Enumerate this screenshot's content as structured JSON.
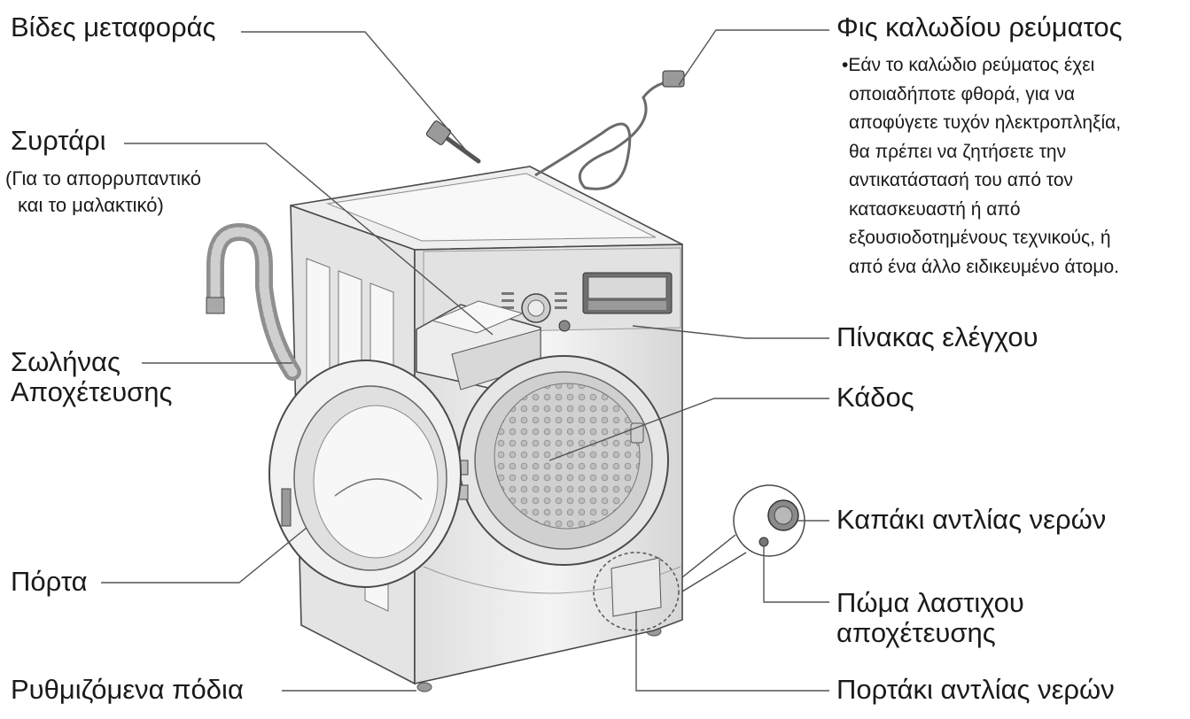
{
  "labels": {
    "transport_bolts": "Βίδες μεταφοράς",
    "power_plug": "Φις καλωδίου ρεύματος",
    "power_note": [
      "Εάν το καλώδιο ρεύματος έχει",
      "οποιαδήποτε φθορά, για να",
      "αποφύγετε τυχόν ηλεκτροπληξία,",
      "θα πρέπει να ζητήσετε την",
      "αντικατάστασή του από τον",
      "κατασκευαστή ή από",
      "εξουσιοδοτημένους τεχνικούς, ή",
      "από ένα άλλο ειδικευμένο άτομο."
    ],
    "drawer": "Συρτάρι",
    "drawer_sub_1": "(Για το απορρυπαντικό",
    "drawer_sub_2": "και το μαλακτικό)",
    "drain_hose_1": "Σωλήνας",
    "drain_hose_2": "Αποχέτευσης",
    "control_panel": "Πίνακας ελέγχου",
    "drum": "Κάδος",
    "pump_cap": "Καπάκι αντλίας νερών",
    "drain_plug_1": "Πώμα λαστιχου",
    "drain_plug_2": "αποχέτευσης",
    "door": "Πόρτα",
    "adjustable_feet": "Ρυθμιζόμενα πόδια",
    "pump_door": "Πορτάκι αντλίας νερών"
  },
  "colors": {
    "text": "#1a1a1a",
    "leader": "#555555",
    "outline": "#4a4a4a",
    "body": "#e9e9e9",
    "shade": "#cfcfcf"
  }
}
